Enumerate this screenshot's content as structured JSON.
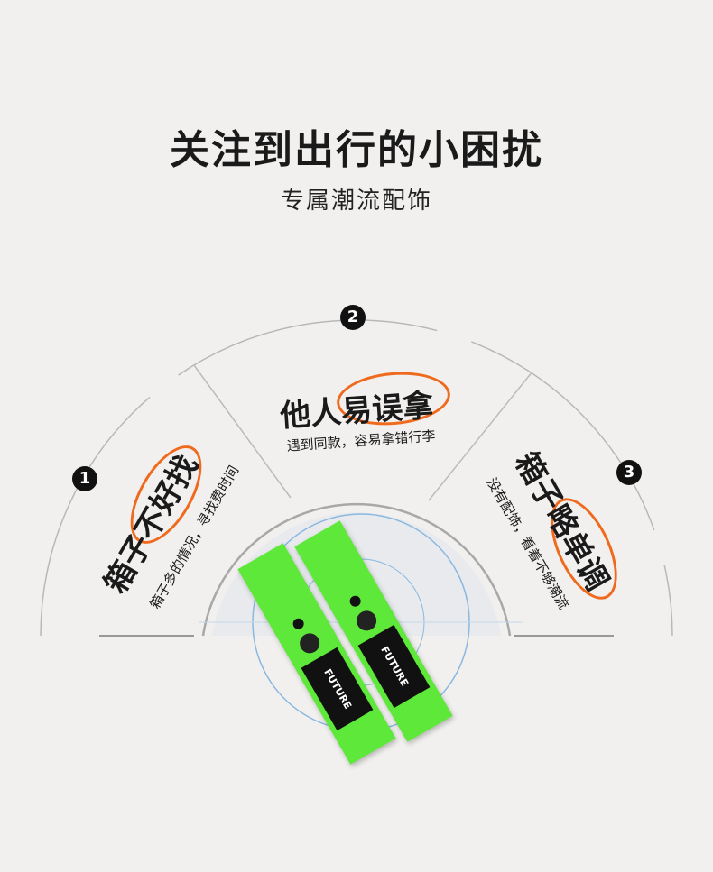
{
  "header": {
    "title": "关注到出行的小困扰",
    "subtitle": "专属潮流配饰"
  },
  "points": [
    {
      "number": "1",
      "title": "箱子不好找",
      "desc": "箱子多的情况，寻找费时间"
    },
    {
      "number": "2",
      "title": "他人易误拿",
      "desc": "遇到同款，容易拿错行李"
    },
    {
      "number": "3",
      "title": "箱子略单调",
      "desc": "没有配饰，看着不够潮流"
    }
  ],
  "product": {
    "brand_text": "FUTURE"
  },
  "colors": {
    "accent": "#f06a1e",
    "strap": "#5ee83a",
    "background": "#f1f0ee"
  }
}
